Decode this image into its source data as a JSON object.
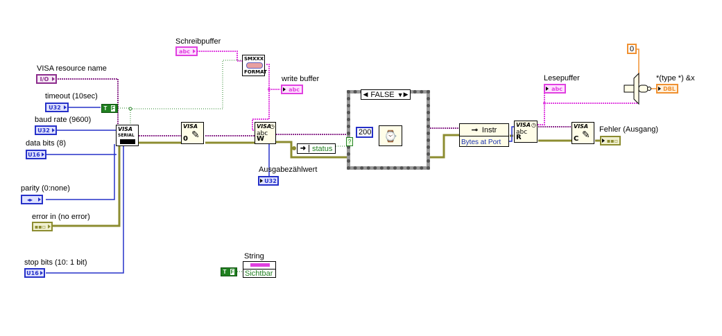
{
  "controls": {
    "visa_resource": {
      "label": "VISA resource name",
      "type": "I/O"
    },
    "timeout": {
      "label": "timeout (10sec)",
      "type": "U32"
    },
    "baud_rate": {
      "label": "baud rate (9600)",
      "type": "U32"
    },
    "data_bits": {
      "label": "data bits (8)",
      "type": "U16"
    },
    "parity": {
      "label": "parity (0:none)",
      "type": "◂▸"
    },
    "error_in": {
      "label": "error in (no error)",
      "type": "▪▪▫"
    },
    "stop_bits": {
      "label": "stop bits (10: 1 bit)",
      "type": "U16"
    },
    "schreibpuffer": {
      "label": "Schreibpuffer",
      "type": "abc"
    }
  },
  "indicators": {
    "write_buffer": {
      "label": "write buffer",
      "type": "abc"
    },
    "ausgabezaehlwert": {
      "label": "Ausgabezählwert",
      "type": "U32"
    },
    "lesepuffer": {
      "label": "Lesepuffer",
      "type": "abc"
    },
    "fehler_ausgang": {
      "label": "Fehler (Ausgang)",
      "type": "▪▪▫"
    },
    "type_cast_out": {
      "label": "*(type *) &x",
      "type": "DBL"
    },
    "status": {
      "label": "status"
    }
  },
  "nodes": {
    "serial_config": {
      "title": "VISA",
      "sub": "SERIAL"
    },
    "visa_open": {
      "title": "VISA",
      "sub": "0"
    },
    "format": {
      "title": "SMXXX",
      "sub": "FORMAT"
    },
    "visa_write": {
      "title": "VISA",
      "sub": "W"
    },
    "visa_read": {
      "title": "VISA",
      "sub": "R"
    },
    "visa_close": {
      "title": "VISA",
      "sub": "C"
    }
  },
  "constants": {
    "bool_false_1": {
      "true": "T",
      "false": "F"
    },
    "bool_false_2": {
      "true": "T",
      "false": "F"
    },
    "wait_ms": "200",
    "zero": "0"
  },
  "case_structure": {
    "selector": "FALSE",
    "unwired": "?"
  },
  "property_node": {
    "class": "Instr",
    "property": "Bytes at Port"
  },
  "string_property": {
    "label": "String",
    "property": "Sichtbar"
  },
  "colors": {
    "string_wire": "#e040e0",
    "visa_wire": "#8c2c8c",
    "error_wire": "#8c8c30",
    "numeric_wire": "#2530c8",
    "bool_wire": "#208020",
    "dbl_wire": "#f09030"
  }
}
